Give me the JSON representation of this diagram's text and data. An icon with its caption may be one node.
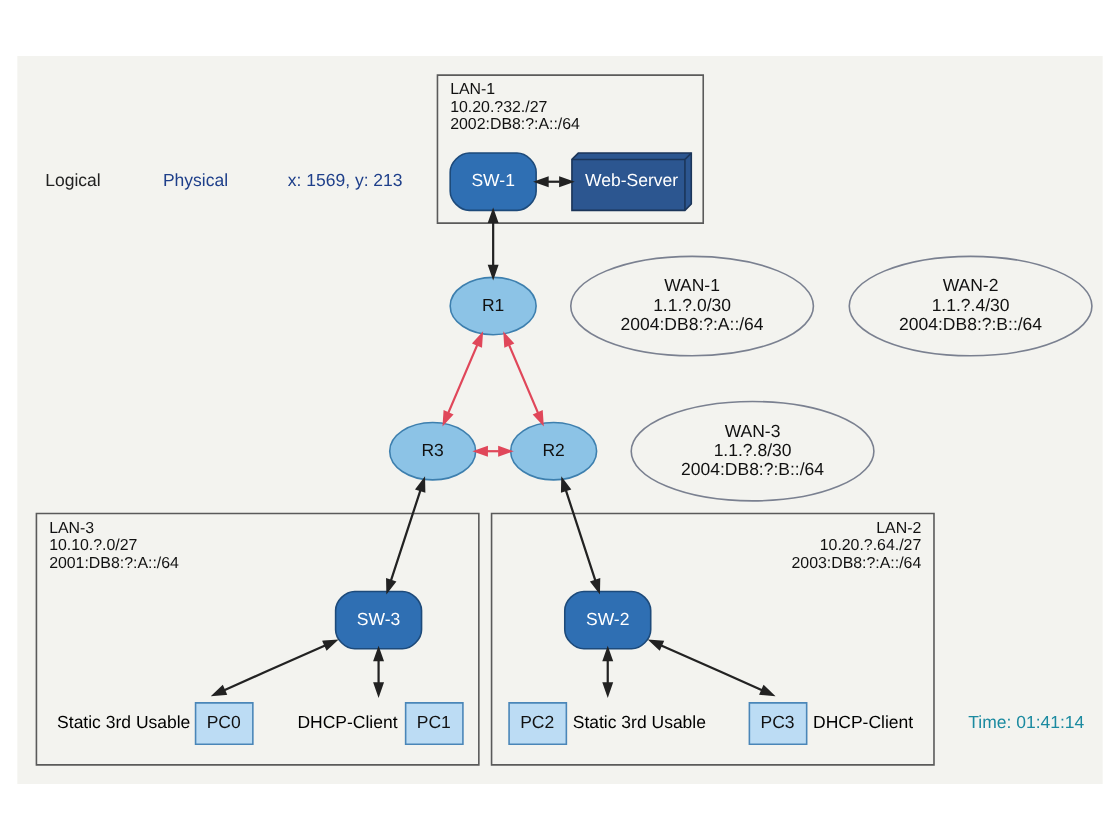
{
  "diagram": {
    "nodes": [
      {
        "text": [
          "LAN-1",
          "10.20.?32./27",
          "2002:DB8:?:A::/64"
        ]
      },
      {
        "text": [
          "SW-1"
        ],
        "in": 0
      },
      {
        "text": [
          "Web-Server"
        ],
        "in": 0
      },
      {
        "text": [
          "R1"
        ]
      },
      {
        "text": [
          "WAN-1",
          "1.1.?.0/30",
          "2004:DB8:?:A::/64"
        ]
      },
      {
        "text": [
          "WAN-2",
          "1.1.?.4/30",
          "2004:DB8:?:B::/64"
        ]
      },
      {
        "text": [
          "LAN-3",
          "10.10.?.0/27",
          "2001:DB8:?:A::/64"
        ]
      },
      {
        "text": [
          "PC0"
        ],
        "in": 6,
        "beside": [
          "Static 3rd Usable"
        ]
      },
      {
        "text": [
          "PC1"
        ],
        "in": 6,
        "beside": [
          "DHCP-Client"
        ]
      },
      {
        "text": [
          "SW-3"
        ],
        "in": 6
      },
      {
        "text": [
          "R3"
        ]
      },
      {
        "text": [
          "WAN-3",
          "1.1.?.8/30",
          "2004:DB8:?:B::/64"
        ]
      },
      {
        "text": [
          "R2"
        ]
      },
      {
        "text": [
          "LAN-2",
          "10.20.?.64./27",
          "2003:DB8:?:A::/64"
        ]
      },
      {
        "text": [
          "SW-2"
        ],
        "in": 13
      },
      {
        "text": [
          "PC2"
        ],
        "in": 13,
        "beside": [
          "Static 3rd Usable"
        ]
      },
      {
        "text": [
          "PC3"
        ],
        "in": 13,
        "beside": [
          "DHCP-Client"
        ]
      }
    ],
    "edges": [
      {
        "from": 1,
        "to": 2,
        "arrow": "both"
      },
      {
        "from": 1,
        "to": 3,
        "arrow": "both"
      },
      {
        "from": 3,
        "to": 10,
        "arrow": "both",
        "color": "#e0475a"
      },
      {
        "from": 3,
        "to": 12,
        "arrow": "both",
        "color": "#e0475a"
      },
      {
        "from": 10,
        "to": 12,
        "arrow": "both",
        "color": "#e0475a"
      },
      {
        "from": 10,
        "to": 9,
        "arrow": "both"
      },
      {
        "from": 9,
        "to": 7,
        "arrow": "both"
      },
      {
        "from": 9,
        "to": 8,
        "arrow": "both"
      },
      {
        "from": 12,
        "to": 14,
        "arrow": "both"
      },
      {
        "from": 14,
        "to": 15,
        "arrow": "both"
      },
      {
        "from": 14,
        "to": 16,
        "arrow": "both"
      }
    ],
    "labels": [
      "Logical",
      "Physical",
      "x: 1569, y: 213",
      "Time: 01:41:14"
    ]
  }
}
